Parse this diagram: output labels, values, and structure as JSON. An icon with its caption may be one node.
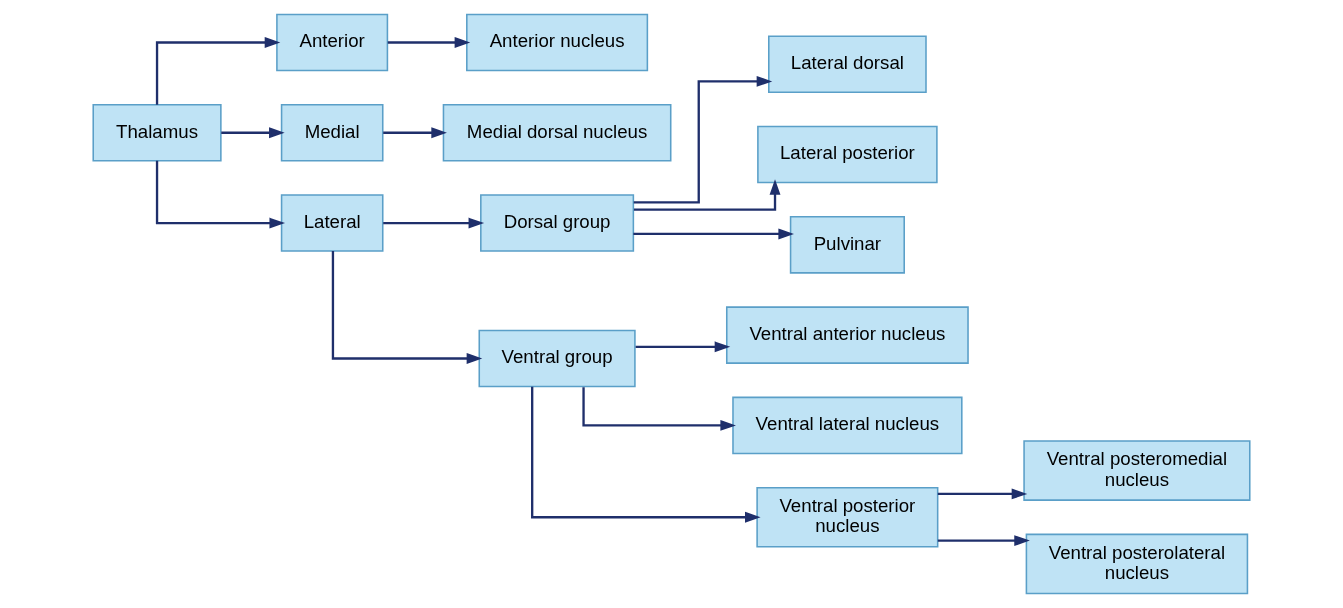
{
  "diagram": {
    "nodes": [
      {
        "text": [
          "Thalamus"
        ]
      },
      {
        "text": [
          "Anterior"
        ]
      },
      {
        "text": [
          "Medial"
        ]
      },
      {
        "text": [
          "Lateral"
        ]
      },
      {
        "text": [
          "Anterior nucleus"
        ]
      },
      {
        "text": [
          "Medial dorsal nucleus"
        ]
      },
      {
        "text": [
          "Dorsal group"
        ]
      },
      {
        "text": [
          "Ventral group"
        ]
      },
      {
        "text": [
          "Lateral dorsal"
        ]
      },
      {
        "text": [
          "Lateral posterior"
        ]
      },
      {
        "text": [
          "Pulvinar"
        ]
      },
      {
        "text": [
          "Ventral anterior nucleus"
        ]
      },
      {
        "text": [
          "Ventral lateral nucleus"
        ]
      },
      {
        "text": [
          "Ventral posterior nucleus"
        ]
      },
      {
        "text": [
          "Ventral posteromedial nucleus"
        ]
      },
      {
        "text": [
          "Ventral posterolateral nucleus"
        ]
      }
    ],
    "edges": [
      {
        "from": 0,
        "to": 1,
        "arrow": "to"
      },
      {
        "from": 0,
        "to": 2,
        "arrow": "to"
      },
      {
        "from": 0,
        "to": 3,
        "arrow": "to"
      },
      {
        "from": 1,
        "to": 4,
        "arrow": "to"
      },
      {
        "from": 2,
        "to": 5,
        "arrow": "to"
      },
      {
        "from": 3,
        "to": 6,
        "arrow": "to"
      },
      {
        "from": 3,
        "to": 7,
        "arrow": "to"
      },
      {
        "from": 6,
        "to": 8,
        "arrow": "to"
      },
      {
        "from": 6,
        "to": 9,
        "arrow": "to"
      },
      {
        "from": 6,
        "to": 10,
        "arrow": "to"
      },
      {
        "from": 7,
        "to": 11,
        "arrow": "to"
      },
      {
        "from": 7,
        "to": 12,
        "arrow": "to"
      },
      {
        "from": 7,
        "to": 13,
        "arrow": "to"
      },
      {
        "from": 13,
        "to": 14,
        "arrow": "to"
      },
      {
        "from": 13,
        "to": 15,
        "arrow": "to"
      }
    ]
  }
}
